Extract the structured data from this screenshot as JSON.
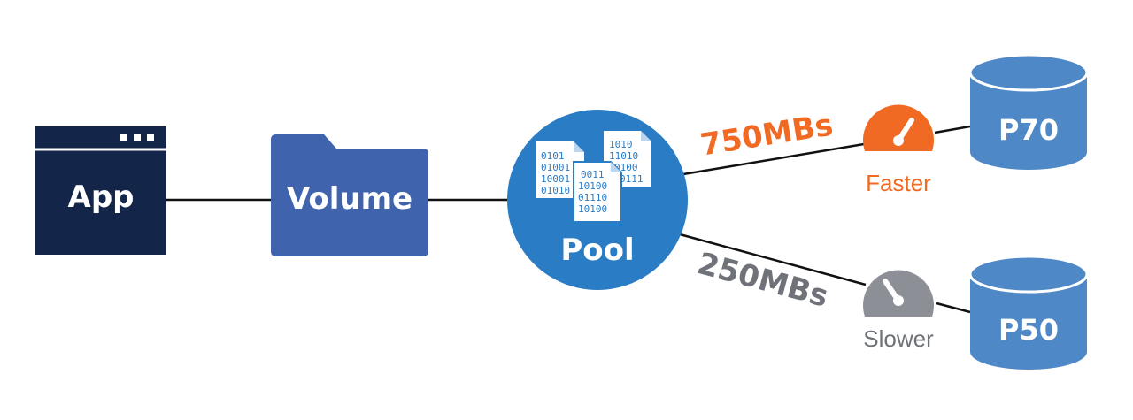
{
  "nodes": {
    "app": {
      "label": "App"
    },
    "volume": {
      "label": "Volume"
    },
    "pool": {
      "label": "Pool",
      "files": [
        [
          "0101",
          "01001",
          "10001",
          "01010"
        ],
        [
          "1010",
          "11010",
          "0100",
          "0111"
        ],
        [
          "0011",
          "10100",
          "01110",
          "10100"
        ]
      ]
    },
    "p70": {
      "label": "P70"
    },
    "p50": {
      "label": "P50"
    }
  },
  "links": {
    "fast": {
      "rate": "750MBs",
      "gauge": "Faster"
    },
    "slow": {
      "rate": "250MBs",
      "gauge": "Slower"
    }
  },
  "icons": {
    "window_controls": "window-dots-icon",
    "folder": "folder-icon",
    "files": "binary-file-icon",
    "gauge": "speedometer-icon",
    "disk": "database-cylinder-icon"
  },
  "colors": {
    "app": "#14254a",
    "volume": "#3f64ad",
    "pool": "#2a7cc4",
    "disk": "#4f88c6",
    "faster": "#f06a24",
    "slower": "#8c8f96",
    "line": "#111111"
  }
}
